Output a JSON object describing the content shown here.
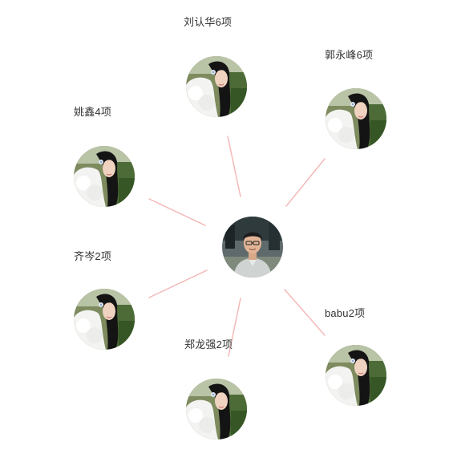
{
  "center": {
    "icon": "person-avatar-icon"
  },
  "members": [
    {
      "id": "liu",
      "label": "刘认华6项",
      "icon": "person-avatar-icon"
    },
    {
      "id": "guo",
      "label": "郭永峰6项",
      "icon": "person-avatar-icon"
    },
    {
      "id": "yao",
      "label": "姚鑫4项",
      "icon": "person-avatar-icon"
    },
    {
      "id": "qi",
      "label": "齐岑2项",
      "icon": "person-avatar-icon"
    },
    {
      "id": "zheng",
      "label": "郑龙强2项",
      "icon": "person-avatar-icon"
    },
    {
      "id": "babu",
      "label": "babu2项",
      "icon": "person-avatar-icon"
    }
  ],
  "colors": {
    "link": "#f4b9b9",
    "label_text": "#333333"
  }
}
